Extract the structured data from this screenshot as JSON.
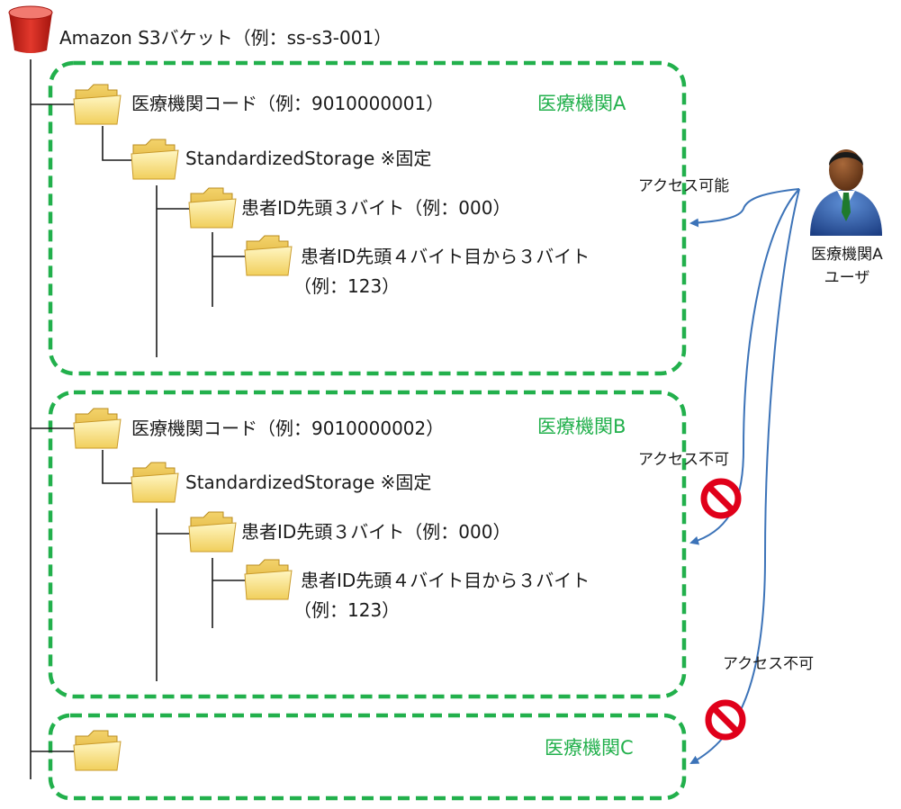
{
  "bucket": {
    "label": "Amazon S3バケット（例：ss-s3-001）"
  },
  "institutions": [
    {
      "name": "医療機関A",
      "folder_label": "医療機関コード（例：9010000001）",
      "storage_label": "StandardizedStorage ※固定",
      "prefix1_label": "患者ID先頭３バイト（例：000）",
      "prefix2_line1": "患者ID先頭４バイト目から３バイト",
      "prefix2_line2": "（例：123）"
    },
    {
      "name": "医療機関B",
      "folder_label": "医療機関コード（例：9010000002）",
      "storage_label": "StandardizedStorage ※固定",
      "prefix1_label": "患者ID先頭３バイト（例：000）",
      "prefix2_line1": "患者ID先頭４バイト目から３バイト",
      "prefix2_line2": "（例：123）"
    },
    {
      "name": "医療機関C"
    }
  ],
  "user": {
    "line1": "医療機関A",
    "line2": "ユーザ"
  },
  "access": {
    "allowed": "アクセス可能",
    "denied_b": "アクセス不可",
    "denied_c": "アクセス不可"
  },
  "colors": {
    "group_border": "#22b04c",
    "group_label": "#22b04c",
    "arrow": "#3c73b8",
    "tree_line": "#1a1a1a",
    "prohibited": "#e0001a",
    "bucket": "#d9261c"
  }
}
